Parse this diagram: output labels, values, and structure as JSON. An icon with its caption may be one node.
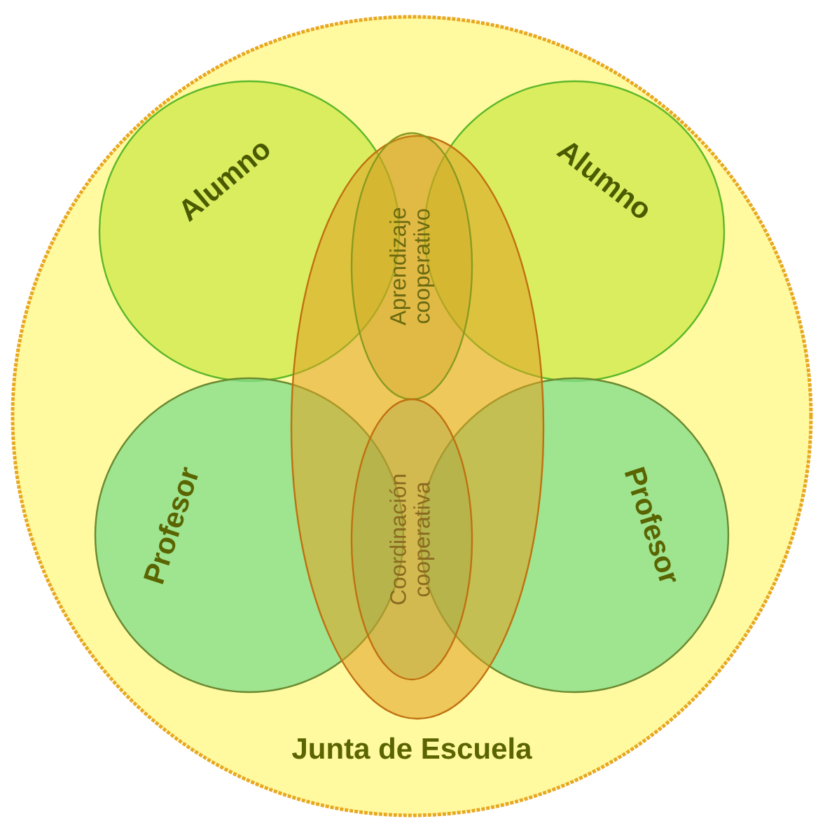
{
  "diagram": {
    "nodes": [
      {
        "text": [
          "Junta de Escuela"
        ]
      },
      {
        "text": [
          "Alumno"
        ],
        "in": 0
      },
      {
        "text": [
          "Alumno"
        ],
        "in": 0
      },
      {
        "text": [
          "Profesor"
        ],
        "in": 0
      },
      {
        "text": [
          "Profesor"
        ],
        "in": 0
      },
      {
        "text": [],
        "shape": "ellipse",
        "in": 0
      },
      {
        "text": [
          "Aprendizaje cooperativo"
        ],
        "in": 5
      },
      {
        "text": [
          "Coordinación cooperativa"
        ],
        "in": 5
      }
    ]
  }
}
